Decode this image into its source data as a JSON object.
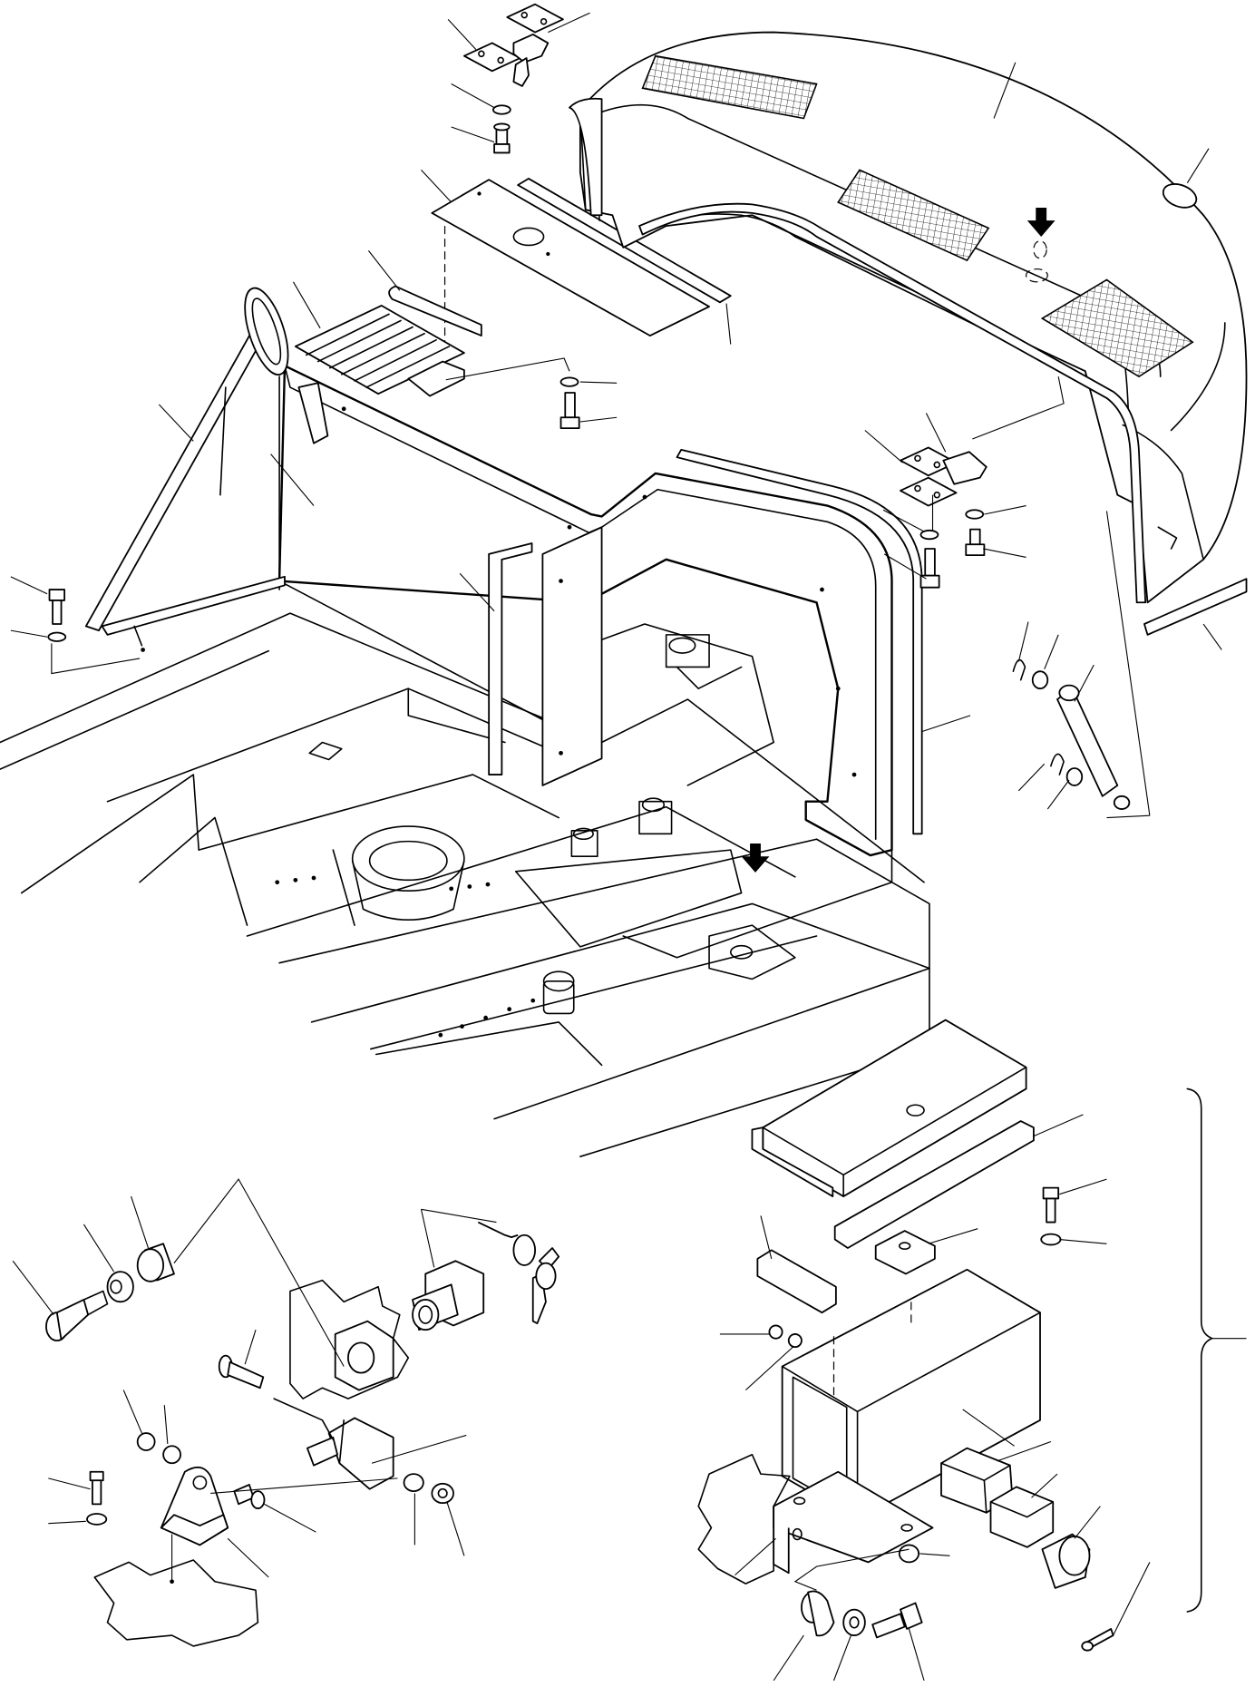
{
  "drawing": {
    "type": "exploded parts diagram",
    "views": [
      "main-assembly",
      "lock-detail",
      "side-box-detail"
    ],
    "icons": [
      "reference-arrow-icon"
    ],
    "colors": {
      "line": "#000000",
      "background": "#ffffff"
    }
  }
}
